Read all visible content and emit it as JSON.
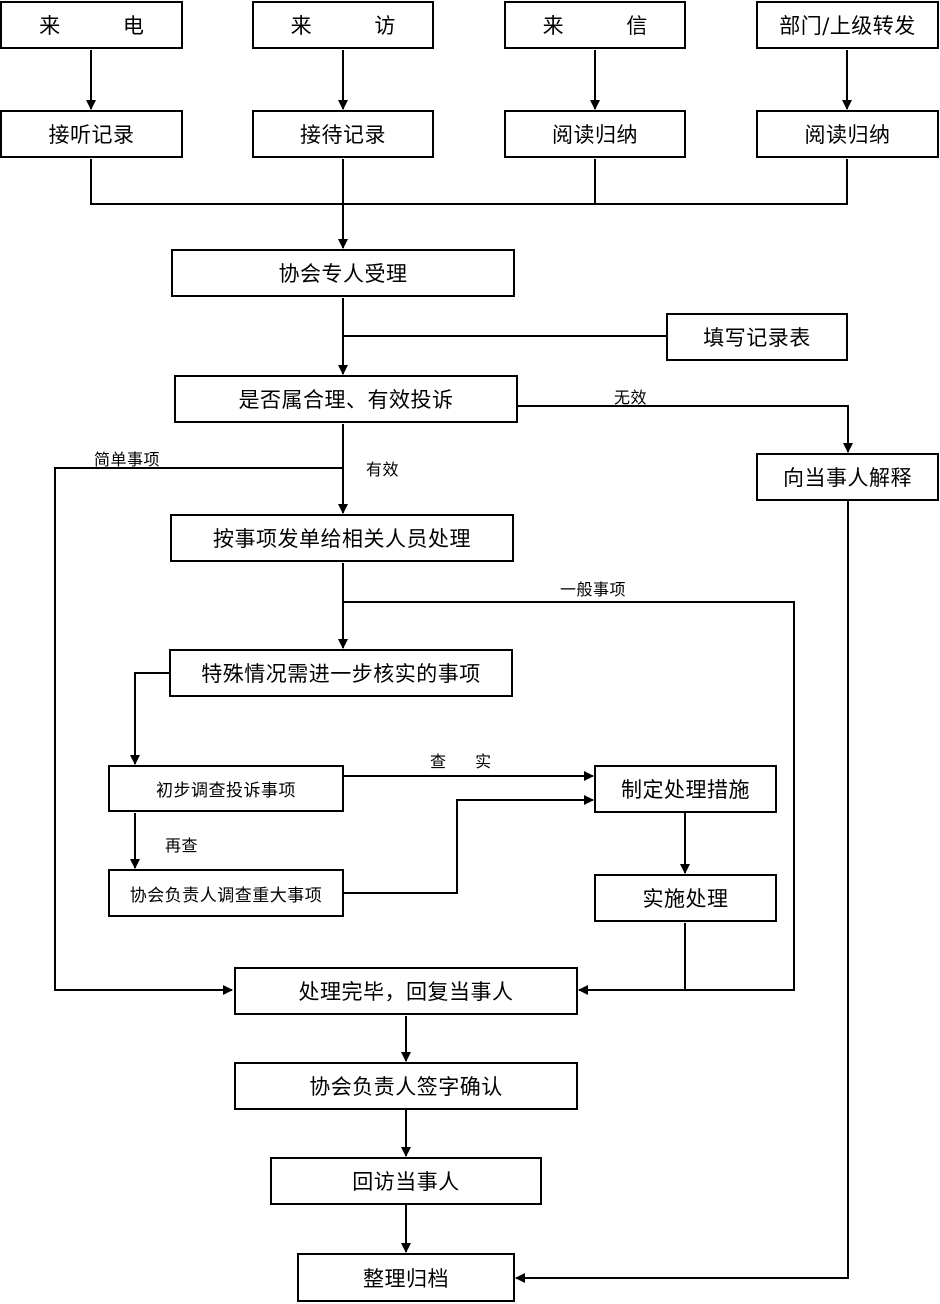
{
  "sources": {
    "phone": "来 电",
    "visit": "来 访",
    "letter": "来 信",
    "forward": "部门/上级转发"
  },
  "intake": {
    "phone_record": "接听记录",
    "visit_record": "接待记录",
    "letter_read": "阅读归纳",
    "forward_read": "阅读归纳"
  },
  "steps": {
    "accept": "协会专人受理",
    "fill_form": "填写记录表",
    "judge": "是否属合理、有效投诉",
    "explain": "向当事人解释",
    "dispatch": "按事项发单给相关人员处理",
    "special": "特殊情况需进一步核实的事项",
    "prelim": "初步调查投诉事项",
    "major": "协会负责人调查重大事项",
    "measures": "制定处理措施",
    "implement": "实施处理",
    "reply": "处理完毕，回复当事人",
    "sign": "协会负责人签字确认",
    "revisit": "回访当事人",
    "archive": "整理归档"
  },
  "labels": {
    "invalid": "无效",
    "valid": "有效",
    "simple": "简单事项",
    "general": "一般事项",
    "verified": "查 实",
    "recheck": "再查"
  }
}
